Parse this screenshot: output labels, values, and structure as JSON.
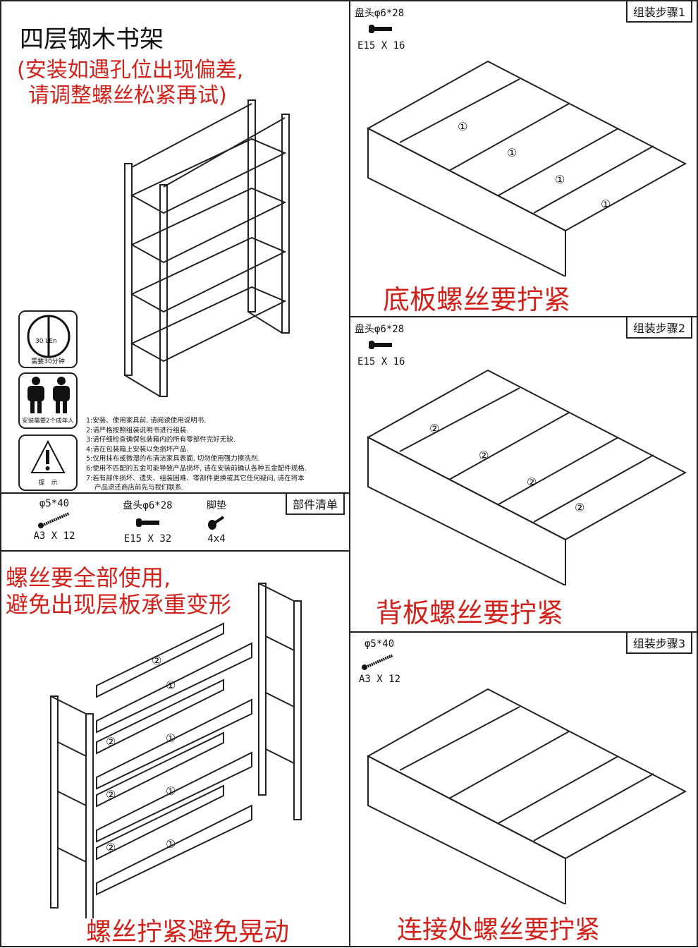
{
  "overview": {
    "title": "四层钢木书架",
    "warning_line1": "(安装如遇孔位出现偏差,",
    "warning_line2": "请调整螺丝松紧再试)",
    "icons": [
      {
        "name": "clock-icon",
        "inner_text": "30 LEn",
        "label": "需要30分钟"
      },
      {
        "name": "two-people-icon",
        "label": "安装需要2个成年人"
      },
      {
        "name": "warning-icon",
        "label": "提　示"
      }
    ],
    "notes": [
      "1:安装、使用家具前, 请阅读使用说明书.",
      "2:请严格按照组装说明书进行组装.",
      "3:请仔细检查确保包装箱内的所有零部件完好无缺.",
      "4:请在包装箱上安装以免损坏产品.",
      "5:仅用抹布或微湿的布清洁家具表面, 切勿使用强力擦洗剂.",
      "6:使用不匹配的五金可能导致产品损坏, 请在安装前确认各种五金配件规格.",
      "7:若有部件损坏、遗失、组装困难、零部件更换或其它任何疑问, 请在将本",
      "产品退还商店前先与我们联系."
    ]
  },
  "parts_list": {
    "tag": "部件清单",
    "items": [
      {
        "name": "φ5*40",
        "spec": "A3 X 12"
      },
      {
        "name": "盘头φ6*28",
        "spec": "E15 X 32"
      },
      {
        "name": "脚垫",
        "spec": "4x4"
      }
    ]
  },
  "exploded": {
    "caption_line1": "螺丝要全部使用,",
    "caption_line2": "避免出现层板承重变形",
    "bottom_caption": "螺丝拧紧避免晃动",
    "markers": [
      "②",
      "①",
      "②",
      "①",
      "②",
      "①",
      "②",
      "①"
    ]
  },
  "steps": [
    {
      "tag": "组装步骤1",
      "part_name": "盘头φ6*28",
      "part_spec": "E15 X 16",
      "caption": "底板螺丝要拧紧",
      "markers": [
        "①",
        "①",
        "①",
        "①"
      ]
    },
    {
      "tag": "组装步骤2",
      "part_name": "盘头φ6*28",
      "part_spec": "E15 X 16",
      "caption": "背板螺丝要拧紧",
      "markers": [
        "②",
        "②",
        "②",
        "②"
      ]
    },
    {
      "tag": "组装步骤3",
      "part_name": "φ5*40",
      "part_spec": "A3 X 12",
      "caption": "连接处螺丝要拧紧",
      "markers": []
    }
  ],
  "colors": {
    "accent_red": "#d0221b",
    "line": "#222222"
  }
}
